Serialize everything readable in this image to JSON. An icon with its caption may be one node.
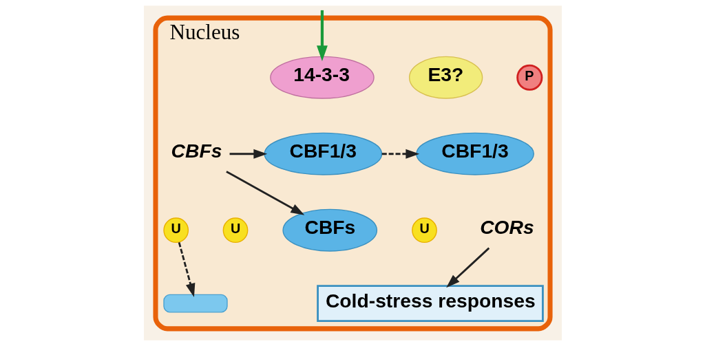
{
  "diagram": {
    "nodes": [
      {
        "text": [
          "Nucleus"
        ]
      },
      {
        "text": [
          "CBFs"
        ],
        "in": 0
      },
      {
        "text": [
          "14-3-3"
        ],
        "in": 0
      },
      {
        "text": [
          "P"
        ],
        "in": 0
      },
      {
        "text": [
          "CBF1/3"
        ],
        "in": 0
      },
      {
        "text": [
          "E3?"
        ],
        "in": 0
      },
      {
        "text": [
          "CBF1/3"
        ],
        "in": 0
      },
      {
        "text": [
          "U"
        ],
        "in": 0
      },
      {
        "text": [
          "U"
        ],
        "in": 0
      },
      {
        "text": [
          "U"
        ],
        "in": 0
      },
      {
        "text": [],
        "shape": "bar",
        "in": 0
      },
      {
        "text": [
          "CBFs"
        ],
        "in": 0
      },
      {
        "text": [
          "CORs"
        ],
        "in": 0
      },
      {
        "text": [
          "Cold-stress responses"
        ],
        "in": 0
      }
    ],
    "edges": [
      {
        "from": null,
        "to": 2,
        "arrow": "to",
        "color": "#1a9a3a"
      },
      {
        "from": 1,
        "to": 4,
        "arrow": "to"
      },
      {
        "from": 4,
        "to": 6,
        "arrow": "to",
        "style": "dashed"
      },
      {
        "from": 9,
        "to": 10,
        "arrow": "to",
        "style": "dashed"
      },
      {
        "from": 1,
        "to": 11,
        "arrow": "to"
      },
      {
        "from": 12,
        "to": 13,
        "arrow": "to"
      }
    ]
  }
}
